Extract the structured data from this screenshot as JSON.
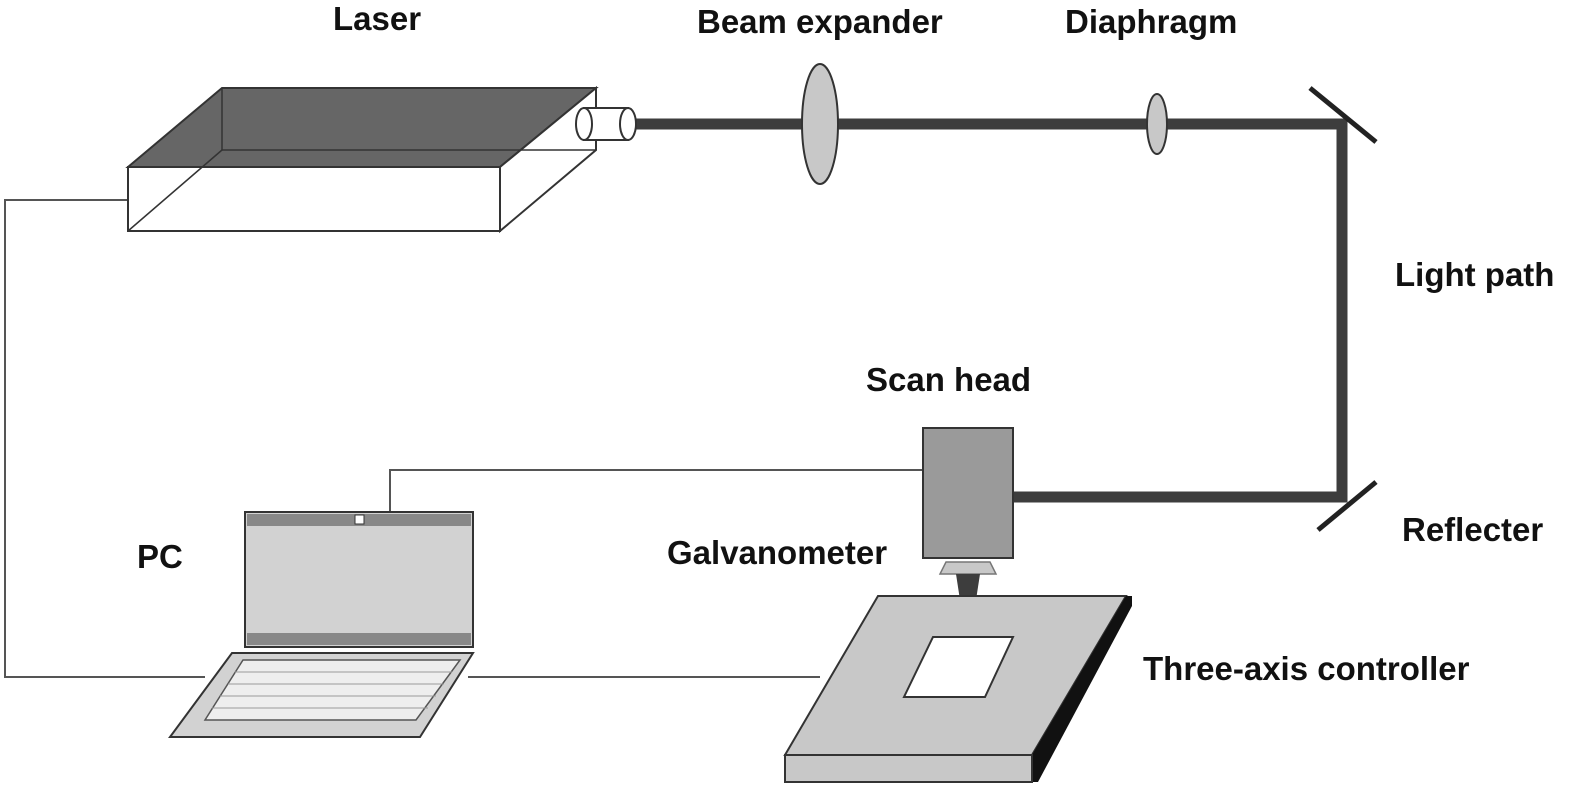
{
  "labels": {
    "laser": "Laser",
    "beam_expander": "Beam expander",
    "diaphragm": "Diaphragm",
    "light_path": "Light path",
    "scan_head": "Scan head",
    "reflecter": "Reflecter",
    "pc": "PC",
    "galvanometer": "Galvanometer",
    "three_axis_controller": "Three-axis controller"
  },
  "colors": {
    "beam": "#3d3d3d",
    "wire": "#555555",
    "laser_top": "#666666",
    "component_fill": "#c8c8c8",
    "scan_head_fill": "#9a9a9a",
    "outline": "#333333"
  }
}
